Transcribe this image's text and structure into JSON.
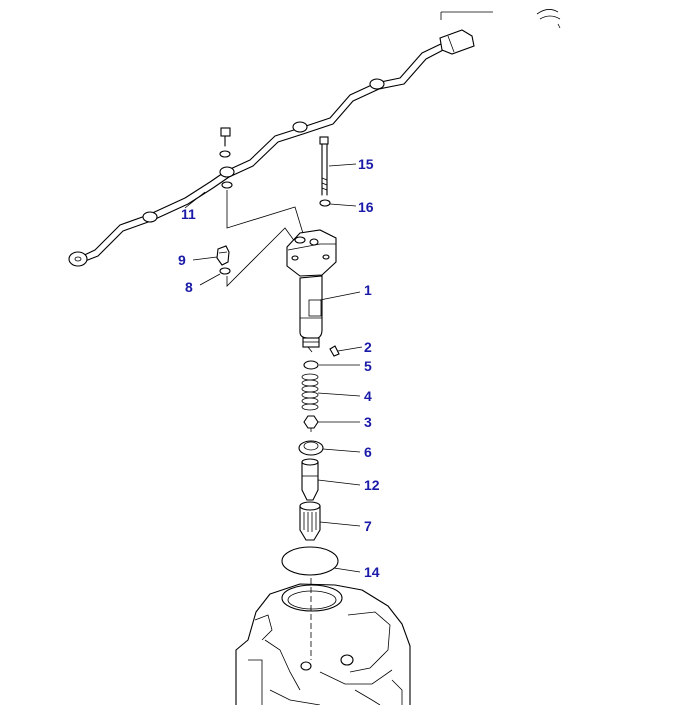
{
  "diagram": {
    "accent_color": "#1a1aa8",
    "callouts": [
      {
        "id": "c15",
        "label": "15"
      },
      {
        "id": "c16",
        "label": "16"
      },
      {
        "id": "c11",
        "label": "11"
      },
      {
        "id": "c9",
        "label": "9"
      },
      {
        "id": "c8",
        "label": "8"
      },
      {
        "id": "c1",
        "label": "1"
      },
      {
        "id": "c2",
        "label": "2"
      },
      {
        "id": "c5",
        "label": "5"
      },
      {
        "id": "c4",
        "label": "4"
      },
      {
        "id": "c3",
        "label": "3"
      },
      {
        "id": "c6",
        "label": "6"
      },
      {
        "id": "c12",
        "label": "12"
      },
      {
        "id": "c7",
        "label": "7"
      },
      {
        "id": "c14",
        "label": "14"
      }
    ]
  }
}
